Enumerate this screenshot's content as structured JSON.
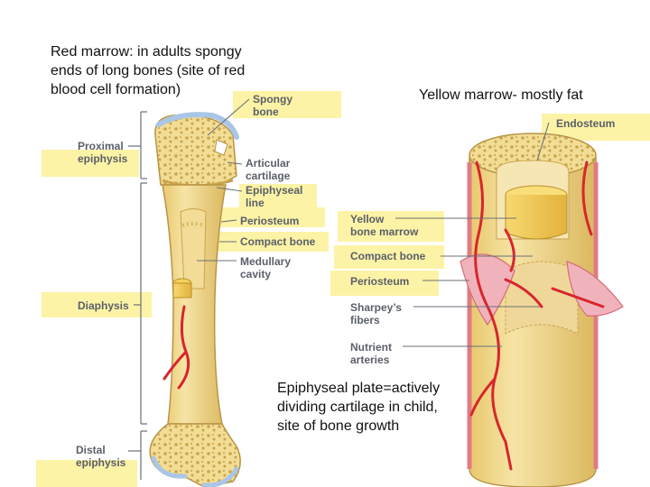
{
  "notes": {
    "red_marrow": "Red marrow: in adults spongy\nends of long bones (site of red\nblood cell formation)",
    "yellow_marrow": "Yellow marrow- mostly fat",
    "epiphyseal_plate": "Epiphyseal plate=actively\ndividing cartilage in child,\nsite of bone growth"
  },
  "labels": {
    "spongy_bone": "Spongy\nbone",
    "proximal_epiphysis": "Proximal\nepiphysis",
    "articular_cartilage": "Articular\ncartilage",
    "epiphyseal_line": "Epiphyseal\nline",
    "periosteum_left": "Periosteum",
    "compact_bone_left": "Compact bone",
    "medullary_cavity": "Medullary\ncavity",
    "diaphysis": "Diaphysis",
    "distal_epiphysis": "Distal\nepiphysis",
    "endosteum": "Endosteum",
    "yellow_bone_marrow": "Yellow\nbone marrow",
    "compact_bone_right": "Compact bone",
    "periosteum_right": "Periosteum",
    "sharpeys_fibers": "Sharpey’s\nfibers",
    "nutrient_arteries": "Nutrient\narteries"
  },
  "colors": {
    "highlight": "#fdf3a6",
    "bone": "#f0d78c",
    "bone_shade": "#d9b65e",
    "cartilage": "#cfe0f2",
    "artery": "#d8252d",
    "periosteum": "#e9a8b0",
    "label_text": "#5a5f69"
  }
}
